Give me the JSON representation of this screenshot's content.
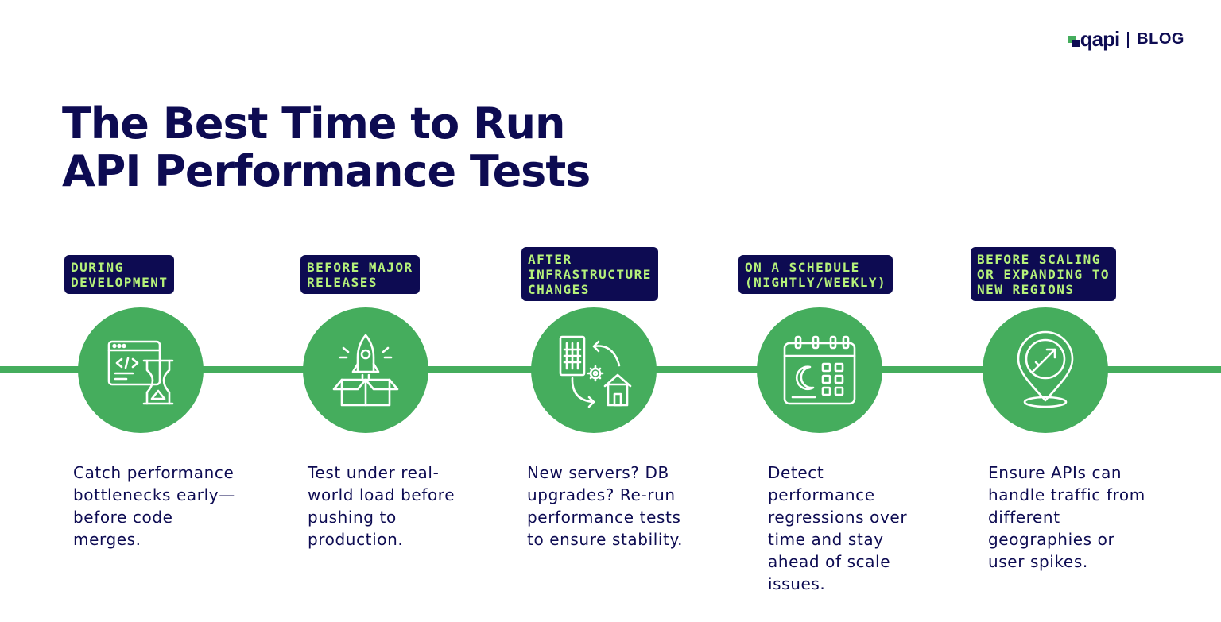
{
  "brand": {
    "logo": "qapi",
    "section": "BLOG"
  },
  "title": {
    "line1": "The Best Time to Run",
    "line2": "API Performance Tests"
  },
  "colors": {
    "navy": "#0d0b52",
    "green": "#45ad5d",
    "lime": "#b6f27a"
  },
  "stages": [
    {
      "label": [
        "DURING",
        "DEVELOPMENT"
      ],
      "icon": "code-window-hourglass-icon",
      "description": [
        "Catch performance",
        "bottlenecks early—",
        "before code",
        "merges."
      ]
    },
    {
      "label": [
        "BEFORE MAJOR",
        "RELEASES"
      ],
      "icon": "rocket-box-icon",
      "description": [
        "Test under real-",
        "world load before",
        "pushing to",
        "production."
      ]
    },
    {
      "label": [
        "AFTER",
        "INFRASTRUCTURE",
        "CHANGES"
      ],
      "icon": "server-migration-icon",
      "description": [
        "New servers? DB",
        "upgrades? Re-run",
        "performance tests",
        "to ensure stability."
      ]
    },
    {
      "label": [
        "ON A SCHEDULE",
        "(NIGHTLY/WEEKLY)"
      ],
      "icon": "calendar-moon-icon",
      "description": [
        "Detect",
        "performance",
        "regressions over",
        "time and stay",
        "ahead of scale",
        "issues."
      ]
    },
    {
      "label": [
        "BEFORE SCALING",
        "OR EXPANDING TO",
        "NEW REGIONS"
      ],
      "icon": "location-compass-icon",
      "description": [
        "Ensure APIs can",
        "handle traffic from",
        "different",
        "geographies or",
        "user spikes."
      ]
    }
  ]
}
